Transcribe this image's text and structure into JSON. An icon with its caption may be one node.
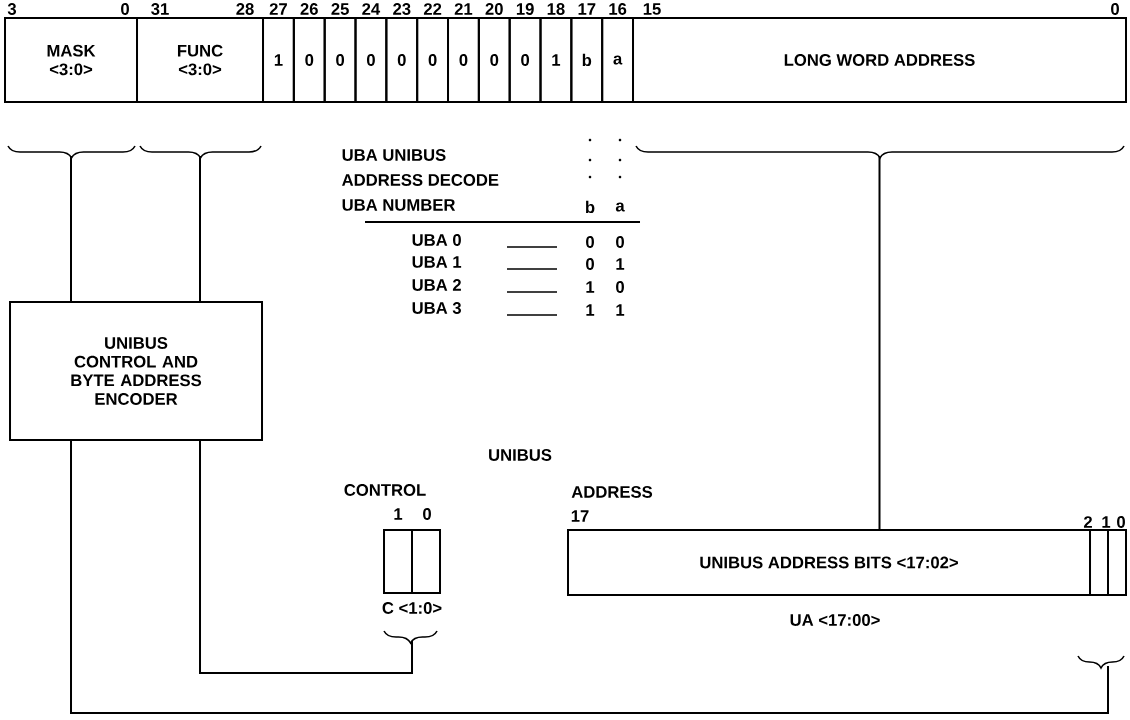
{
  "diagram": {
    "nodes": [
      {
        "text": [
          "MASK <3:0>"
        ]
      },
      {
        "text": [
          "FUNC <3:0>"
        ]
      },
      {
        "text": [
          "1"
        ]
      },
      {
        "text": [
          "0"
        ]
      },
      {
        "text": [
          "0"
        ]
      },
      {
        "text": [
          "0"
        ]
      },
      {
        "text": [
          "0"
        ]
      },
      {
        "text": [
          "0"
        ]
      },
      {
        "text": [
          "0"
        ]
      },
      {
        "text": [
          "0"
        ]
      },
      {
        "text": [
          "0"
        ]
      },
      {
        "text": [
          "1"
        ]
      },
      {
        "text": [
          "b"
        ]
      },
      {
        "text": [
          "a"
        ]
      },
      {
        "text": [
          "LONG WORD ADDRESS"
        ]
      },
      {
        "text": [
          "UNIBUS CONTROL AND BYTE ADDRESS ENCODER"
        ]
      },
      {
        "text": [],
        "shape": "box",
        "beside": [
          "C <1:0>"
        ]
      },
      {
        "text": [
          "UNIBUS ADDRESS BITS <17:02>"
        ]
      },
      {
        "text": [],
        "shape": "box"
      }
    ],
    "edges": [
      {
        "from": 0,
        "to": 15,
        "arrow": "none"
      },
      {
        "from": 1,
        "to": 15,
        "arrow": "none"
      },
      {
        "from": 14,
        "to": 17,
        "arrow": "none"
      },
      {
        "from": 15,
        "to": 16,
        "arrow": "none"
      },
      {
        "from": 15,
        "to": 18,
        "arrow": "none"
      }
    ],
    "labels": [
      "3",
      "0",
      "31",
      "28",
      "27",
      "26",
      "25",
      "24",
      "23",
      "22",
      "21",
      "20",
      "19",
      "18",
      "17",
      "16",
      "15",
      "0",
      "UBA UNIBUS",
      "ADDRESS DECODE",
      "UBA NUMBER",
      "b",
      "a",
      "UBA 0",
      "0",
      "0",
      "UBA 1",
      "0",
      "1",
      "UBA 2",
      "1",
      "0",
      "UBA 3",
      "1",
      "1",
      "UNIBUS",
      "CONTROL",
      "ADDRESS",
      "1",
      "0",
      "17",
      "2",
      "1",
      "0",
      "UA <17:00>"
    ]
  }
}
